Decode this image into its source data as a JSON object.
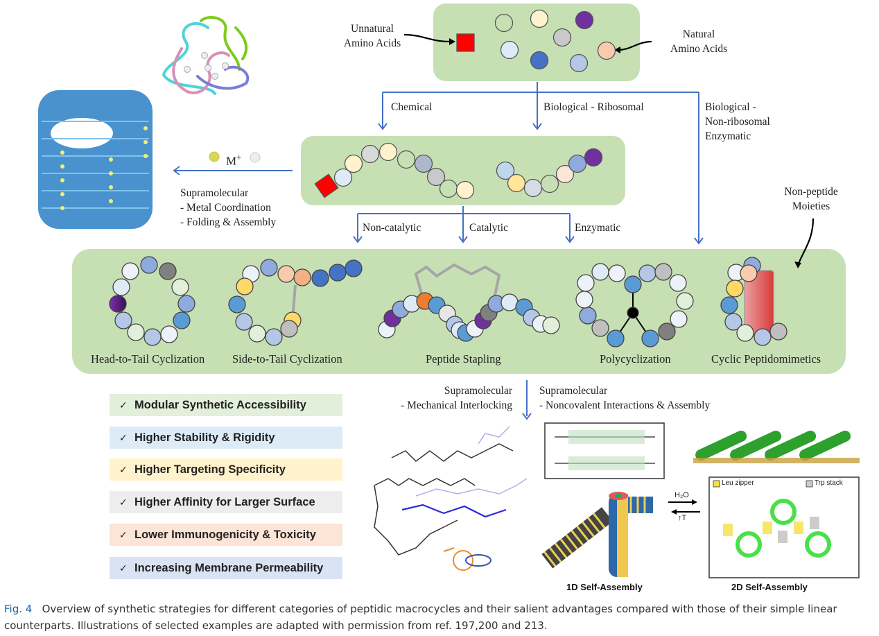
{
  "top": {
    "unnatural_label_1": "Unnatural",
    "unnatural_label_2": "Amino Acids",
    "natural_label_1": "Natural",
    "natural_label_2": "Amino Acids"
  },
  "routes": {
    "chemical": "Chemical",
    "ribosomal": "Biological - Ribosomal",
    "nonribosomal_1": "Biological -",
    "nonribosomal_2": "Non-ribosomal",
    "nonribosomal_3": "Enzymatic"
  },
  "metal": {
    "ion_label": "M",
    "ion_charge": "+",
    "line1": "Supramolecular",
    "line2": "- Metal Coordination",
    "line3": "- Folding & Assembly"
  },
  "cyclization_routes": {
    "noncatalytic": "Non-catalytic",
    "catalytic": "Catalytic",
    "enzymatic": "Enzymatic"
  },
  "nonpeptide": {
    "line1": "Non-peptide",
    "line2": "Moieties"
  },
  "categories": [
    {
      "label": "Head-to-Tail Cyclization"
    },
    {
      "label": "Side-to-Tail Cyclization"
    },
    {
      "label": "Peptide Stapling"
    },
    {
      "label": "Polycyclization"
    },
    {
      "label": "Cyclic Peptidomimetics"
    }
  ],
  "supramolecular": {
    "left_1": "Supramolecular",
    "left_2": "- Mechanical Interlocking",
    "right_1": "Supramolecular",
    "right_2": "- Noncovalent Interactions & Assembly"
  },
  "advantages": [
    {
      "text": "Modular Synthetic Accessibility",
      "color": "#e2efda"
    },
    {
      "text": "Higher Stability & Rigidity",
      "color": "#ddebf7"
    },
    {
      "text": "Higher Targeting Specificity",
      "color": "#fff2cc"
    },
    {
      "text": "Higher Affinity for Larger Surface",
      "color": "#ededed"
    },
    {
      "text": "Lower Immunogenicity & Toxicity",
      "color": "#fce4d6"
    },
    {
      "text": "Increasing Membrane Permeability",
      "color": "#dae3f3"
    }
  ],
  "check_glyph": "✓",
  "assembly": {
    "oneD": "1D Self-Assembly",
    "twoD": "2D Self-Assembly",
    "water": "H₂O",
    "temp": "↑T",
    "leu": "Leu zipper",
    "trp": "Trp stack"
  },
  "caption": {
    "fig": "Fig. 4",
    "text": "Overview of synthetic strategies for different categories of peptidic macrocycles and their salient advantages compared with those of their simple linear counterparts. Illustrations of selected examples are adapted with permission from ref. 197,200 and 213."
  },
  "colors": {
    "panel_green": "#c6e0b4",
    "arrow_blue": "#4472c4",
    "unnatural_red": "#ff0000"
  }
}
